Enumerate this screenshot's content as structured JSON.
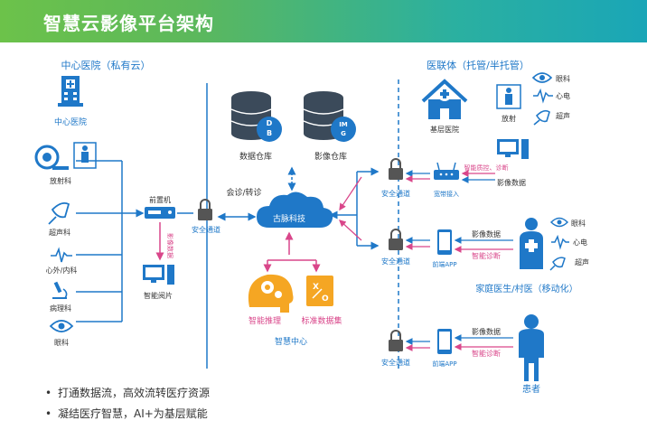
{
  "header": {
    "title": "智慧云影像平台架构"
  },
  "left": {
    "region_title": "中心医院（私有云）",
    "center_hospital": "中心医院",
    "depts": [
      "放射科",
      "超声科",
      "心外/内科",
      "病理科",
      "眼科"
    ],
    "gateway_machine": "前置机",
    "security_channel": "安全通道",
    "image_data_vertical": "影像数据",
    "smart_reading": "智能阅片"
  },
  "middle": {
    "db_label": "数据仓库",
    "img_label": "影像仓库",
    "db_icon_text": [
      "D",
      "B"
    ],
    "img_icon_text": [
      "IM",
      "G"
    ],
    "cloud_label": "古脉科技",
    "consult_label": "会诊/转诊",
    "smart_reasoning": "智能推理",
    "standard_dataset": "标准数据集",
    "smart_center": "智慧中心"
  },
  "right": {
    "region_title": "医联体（托管/半托管）",
    "primary_hospital": "基层医院",
    "radiology": "放射",
    "eye": "眼科",
    "ecg": "心电",
    "ultrasound": "超声",
    "image_data": "影像数据",
    "remote_consult": "智能质控、诊断",
    "broadband": "宽带接入",
    "security_channel": "安全通道",
    "app": "前端APP",
    "smart_diagnosis": "智能诊断",
    "family_doctor": "家庭医生/村医（移动化）",
    "patient": "患者"
  },
  "bullets": [
    "打通数据流，高效流转医疗资源",
    "凝结医疗智慧，AI+为基层赋能"
  ],
  "colors": {
    "blue": "#1f78c8",
    "pink": "#d9468a",
    "orange": "#f5a623",
    "gray": "#555555"
  }
}
